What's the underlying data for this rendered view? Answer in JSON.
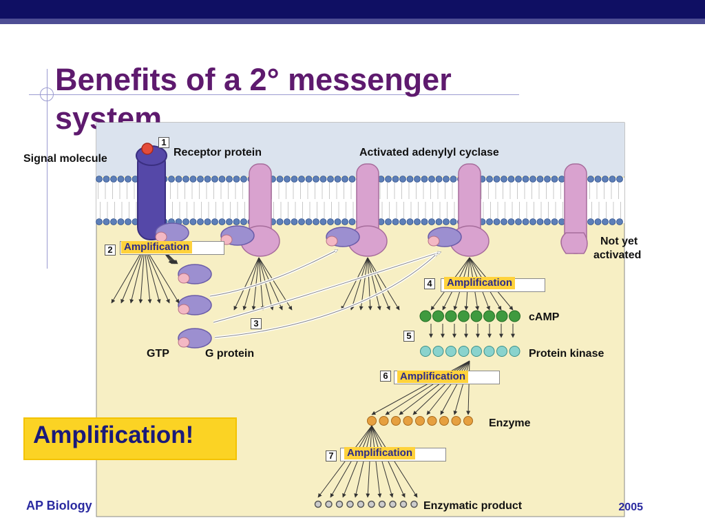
{
  "slide": {
    "title": "Benefits of a 2°   messenger system",
    "callout": "Amplification!",
    "footer_left": "AP Biology",
    "footer_right": "2005"
  },
  "labels": {
    "signal_molecule": "Signal molecule",
    "receptor_protein": "Receptor protein",
    "activated_adenylyl_cyclase": "Activated adenylyl cyclase",
    "not_yet_activated_1": "Not yet",
    "not_yet_activated_2": "activated",
    "gtp": "GTP",
    "g_protein": "G protein",
    "camp": "cAMP",
    "protein_kinase": "Protein kinase",
    "enzyme": "Enzyme",
    "enzymatic_product": "Enzymatic product",
    "amplification": "Amplification"
  },
  "steps": [
    "1",
    "2",
    "3",
    "4",
    "5",
    "6",
    "7"
  ],
  "colors": {
    "header_bar": "#0f0f63",
    "title": "#5e1a6e",
    "callout_bg": "#fbd324",
    "callout_text": "#1a1a7a",
    "amplification_tag": "#ffd23c",
    "cytoplasm": "#f7efc4",
    "extracellular": "#dbe3ee",
    "receptor": "#5548a8",
    "cyclase": "#d9a2cf",
    "g_protein": "#9c8fd0",
    "camp": "#3f9a3f",
    "protein_kinase": "#8ad3cd",
    "enzyme": "#e6a040",
    "product": "#8a8a8a"
  }
}
